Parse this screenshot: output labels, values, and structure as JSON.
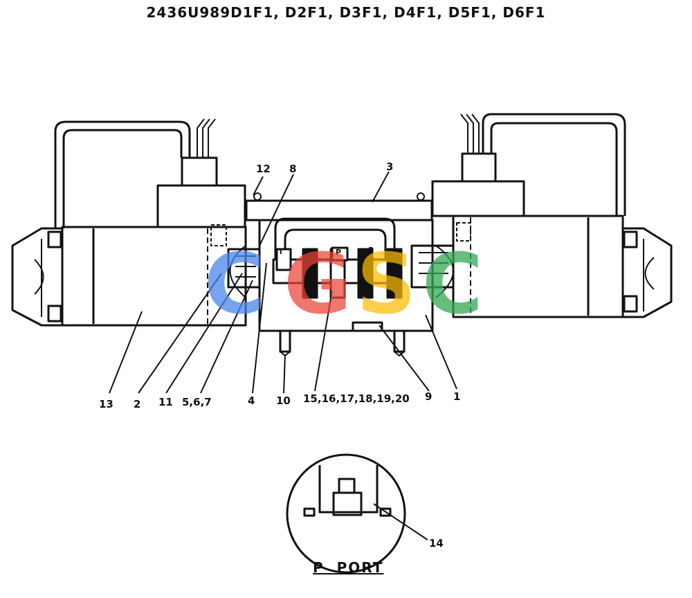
{
  "title": "2436U989D1F1, D2F1, D3F1, D4F1, D5F1, D6F1",
  "callouts": {
    "c1": "1",
    "c2": "2",
    "c3": "3",
    "c4": "4",
    "c8": "8",
    "c9": "9",
    "c10": "10",
    "c11": "11",
    "c12": "12",
    "c13": "13",
    "c14": "14",
    "c567": "5,6,7",
    "c1520": "15,16,17,18,19,20"
  },
  "port_labels": {
    "t": "T",
    "p": "P",
    "b": "B"
  },
  "detail_label": "P  PORT",
  "watermark": {
    "letters": [
      "C",
      "G",
      "S",
      "C"
    ],
    "colors": [
      "#4a86e8",
      "#ea4335",
      "#fbbc05",
      "#34a853"
    ]
  }
}
